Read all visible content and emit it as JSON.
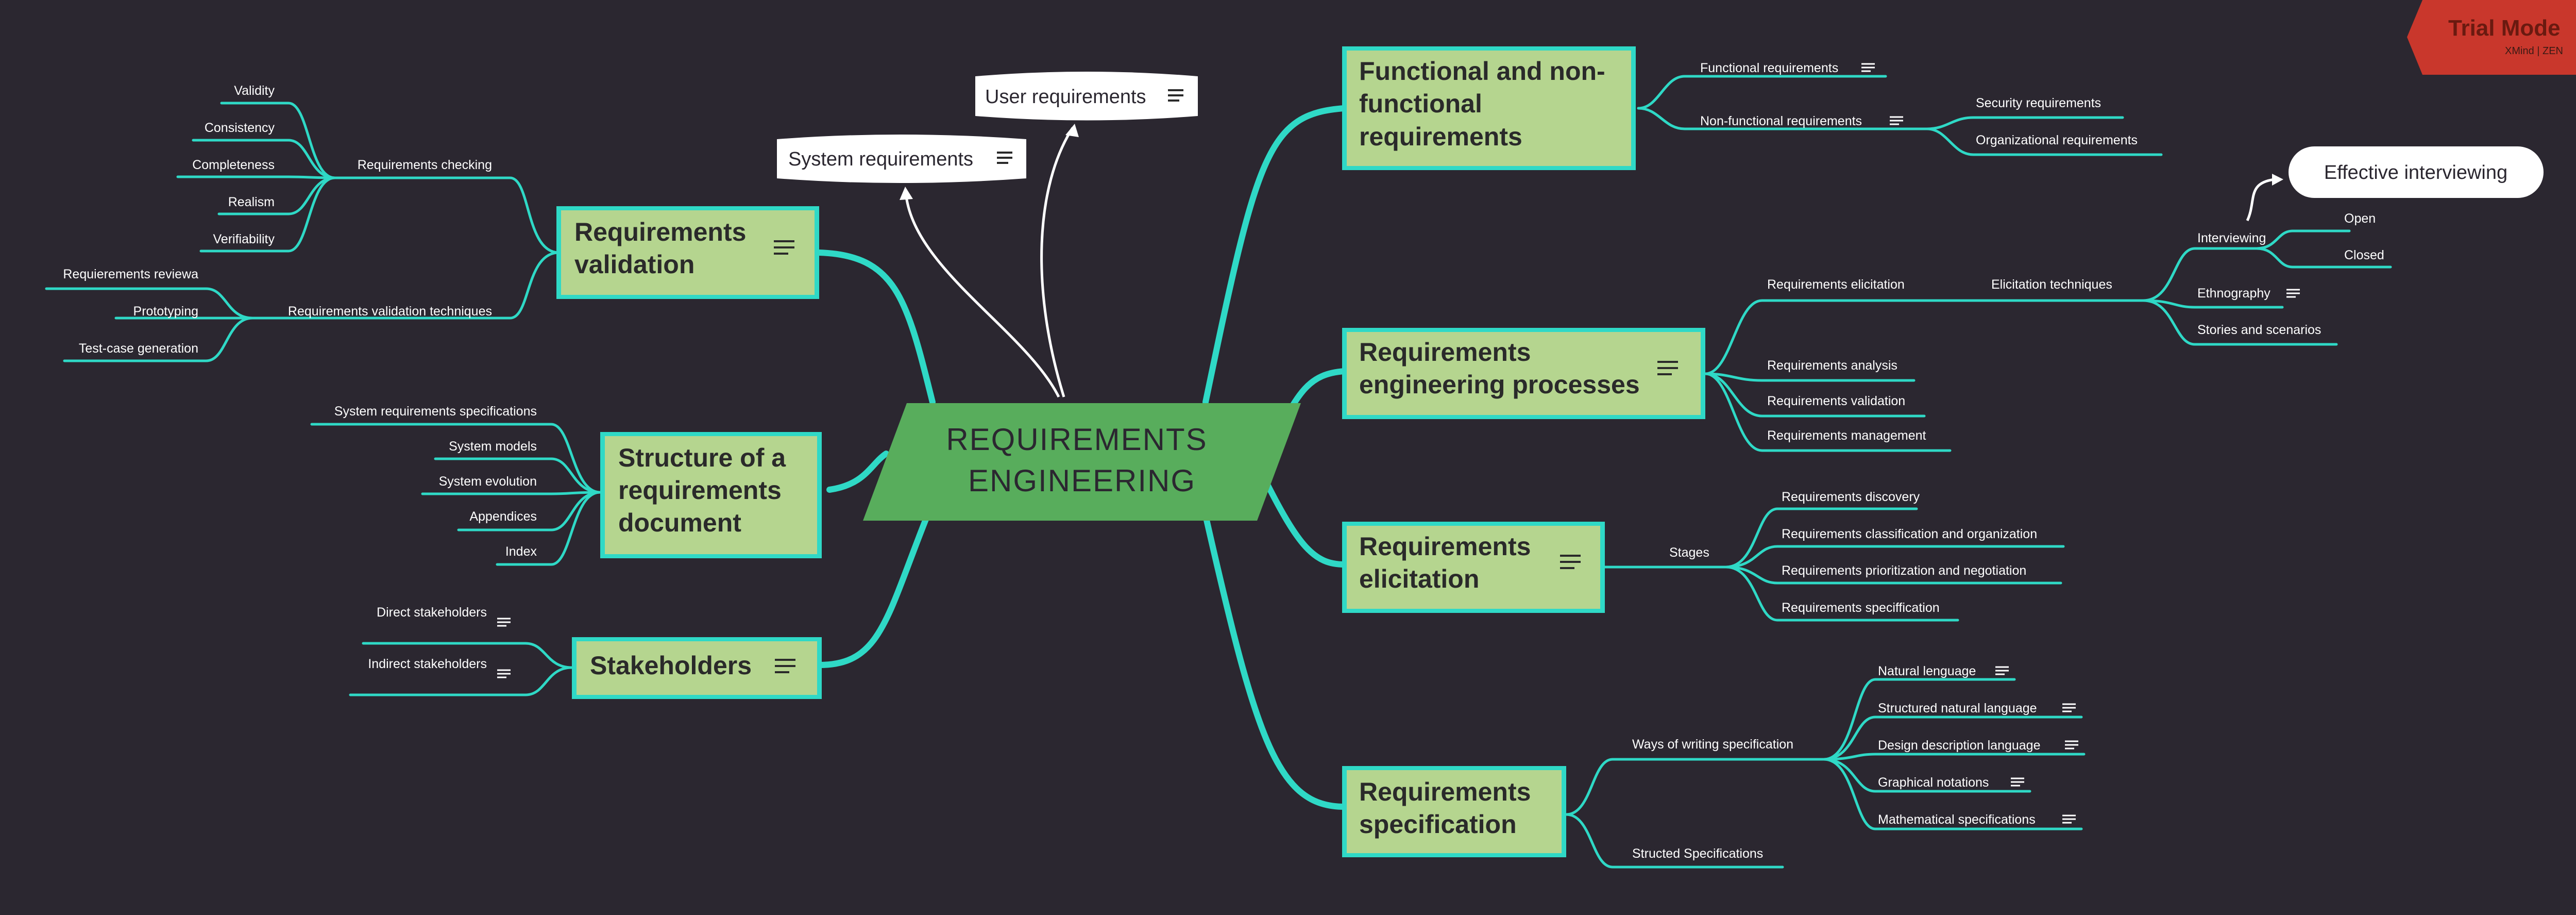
{
  "central": "REQUIREMENTS ENGINEERING",
  "central_lines": [
    "REQUIREMENTS",
    "ENGINEERING"
  ],
  "trial": {
    "title": "Trial Mode",
    "subtitle": "XMind | ZEN"
  },
  "floating": {
    "user_requirements": "User requirements",
    "system_requirements": "System requirements",
    "effective_interviewing": "Effective interviewing"
  },
  "branches": {
    "functional": {
      "lines": [
        "Functional and non-",
        "functional",
        "requirements"
      ],
      "children": {
        "functional_req": "Functional requirements",
        "nonfunctional_req": "Non-functional requirements",
        "security_req": "Security requirements",
        "organizational_req": "Organizational requirements"
      }
    },
    "processes": {
      "lines": [
        "Requirements",
        "engineering processes"
      ],
      "children": {
        "elicitation": "Requirements elicitation",
        "elicitation_techniques": "Elicitation techniques",
        "interviewing": "Interviewing",
        "open": "Open",
        "closed": "Closed",
        "ethnography": "Ethnography",
        "stories": "Stories and scenarios",
        "analysis": "Requirements analysis",
        "validation": "Requirements validation",
        "management": "Requirements management"
      }
    },
    "elicitation": {
      "lines": [
        "Requirements",
        "elicitation"
      ],
      "children": {
        "stages": "Stages",
        "discovery": "Requirements discovery",
        "classification": "Requirements classification and organization",
        "prioritization": "Requirements prioritization and negotiation",
        "specification": "Requirements speciffication"
      }
    },
    "specification": {
      "lines": [
        "Requirements",
        "specification"
      ],
      "children": {
        "ways": "Ways of writing specification",
        "natural": "Natural lenguage",
        "structured_natural": "Structured natural language",
        "design_description": "Design description language",
        "graphical": "Graphical notations",
        "mathematical": "Mathematical specifications",
        "structed": "Structed Specifications"
      }
    },
    "validation": {
      "lines": [
        "Requirements",
        "validation"
      ],
      "children": {
        "checking": "Requirements checking",
        "validity": "Validity",
        "consistency": "Consistency",
        "completeness": "Completeness",
        "realism": "Realism",
        "verifiability": "Verifiability",
        "techniques": "Requirements validation techniques",
        "reviews": "Requierements reviewa",
        "prototyping": "Prototyping",
        "testcase": "Test-case generation"
      }
    },
    "structure": {
      "lines": [
        "Structure of a",
        "requirements",
        "document"
      ],
      "children": {
        "srs": "System requirements specifications",
        "models": "System models",
        "evolution": "System evolution",
        "appendices": "Appendices",
        "index": "Index"
      }
    },
    "stakeholders": {
      "lines": [
        "Stakeholders"
      ],
      "children": {
        "direct": "Direct stakeholders",
        "indirect": "Indirect stakeholders"
      }
    }
  },
  "colors": {
    "background": "#2b2730",
    "connector": "#2fd9c6",
    "topic_fill": "#b5d58f",
    "central_fill": "#58ad5c",
    "trial_badge": "#c9372c"
  }
}
